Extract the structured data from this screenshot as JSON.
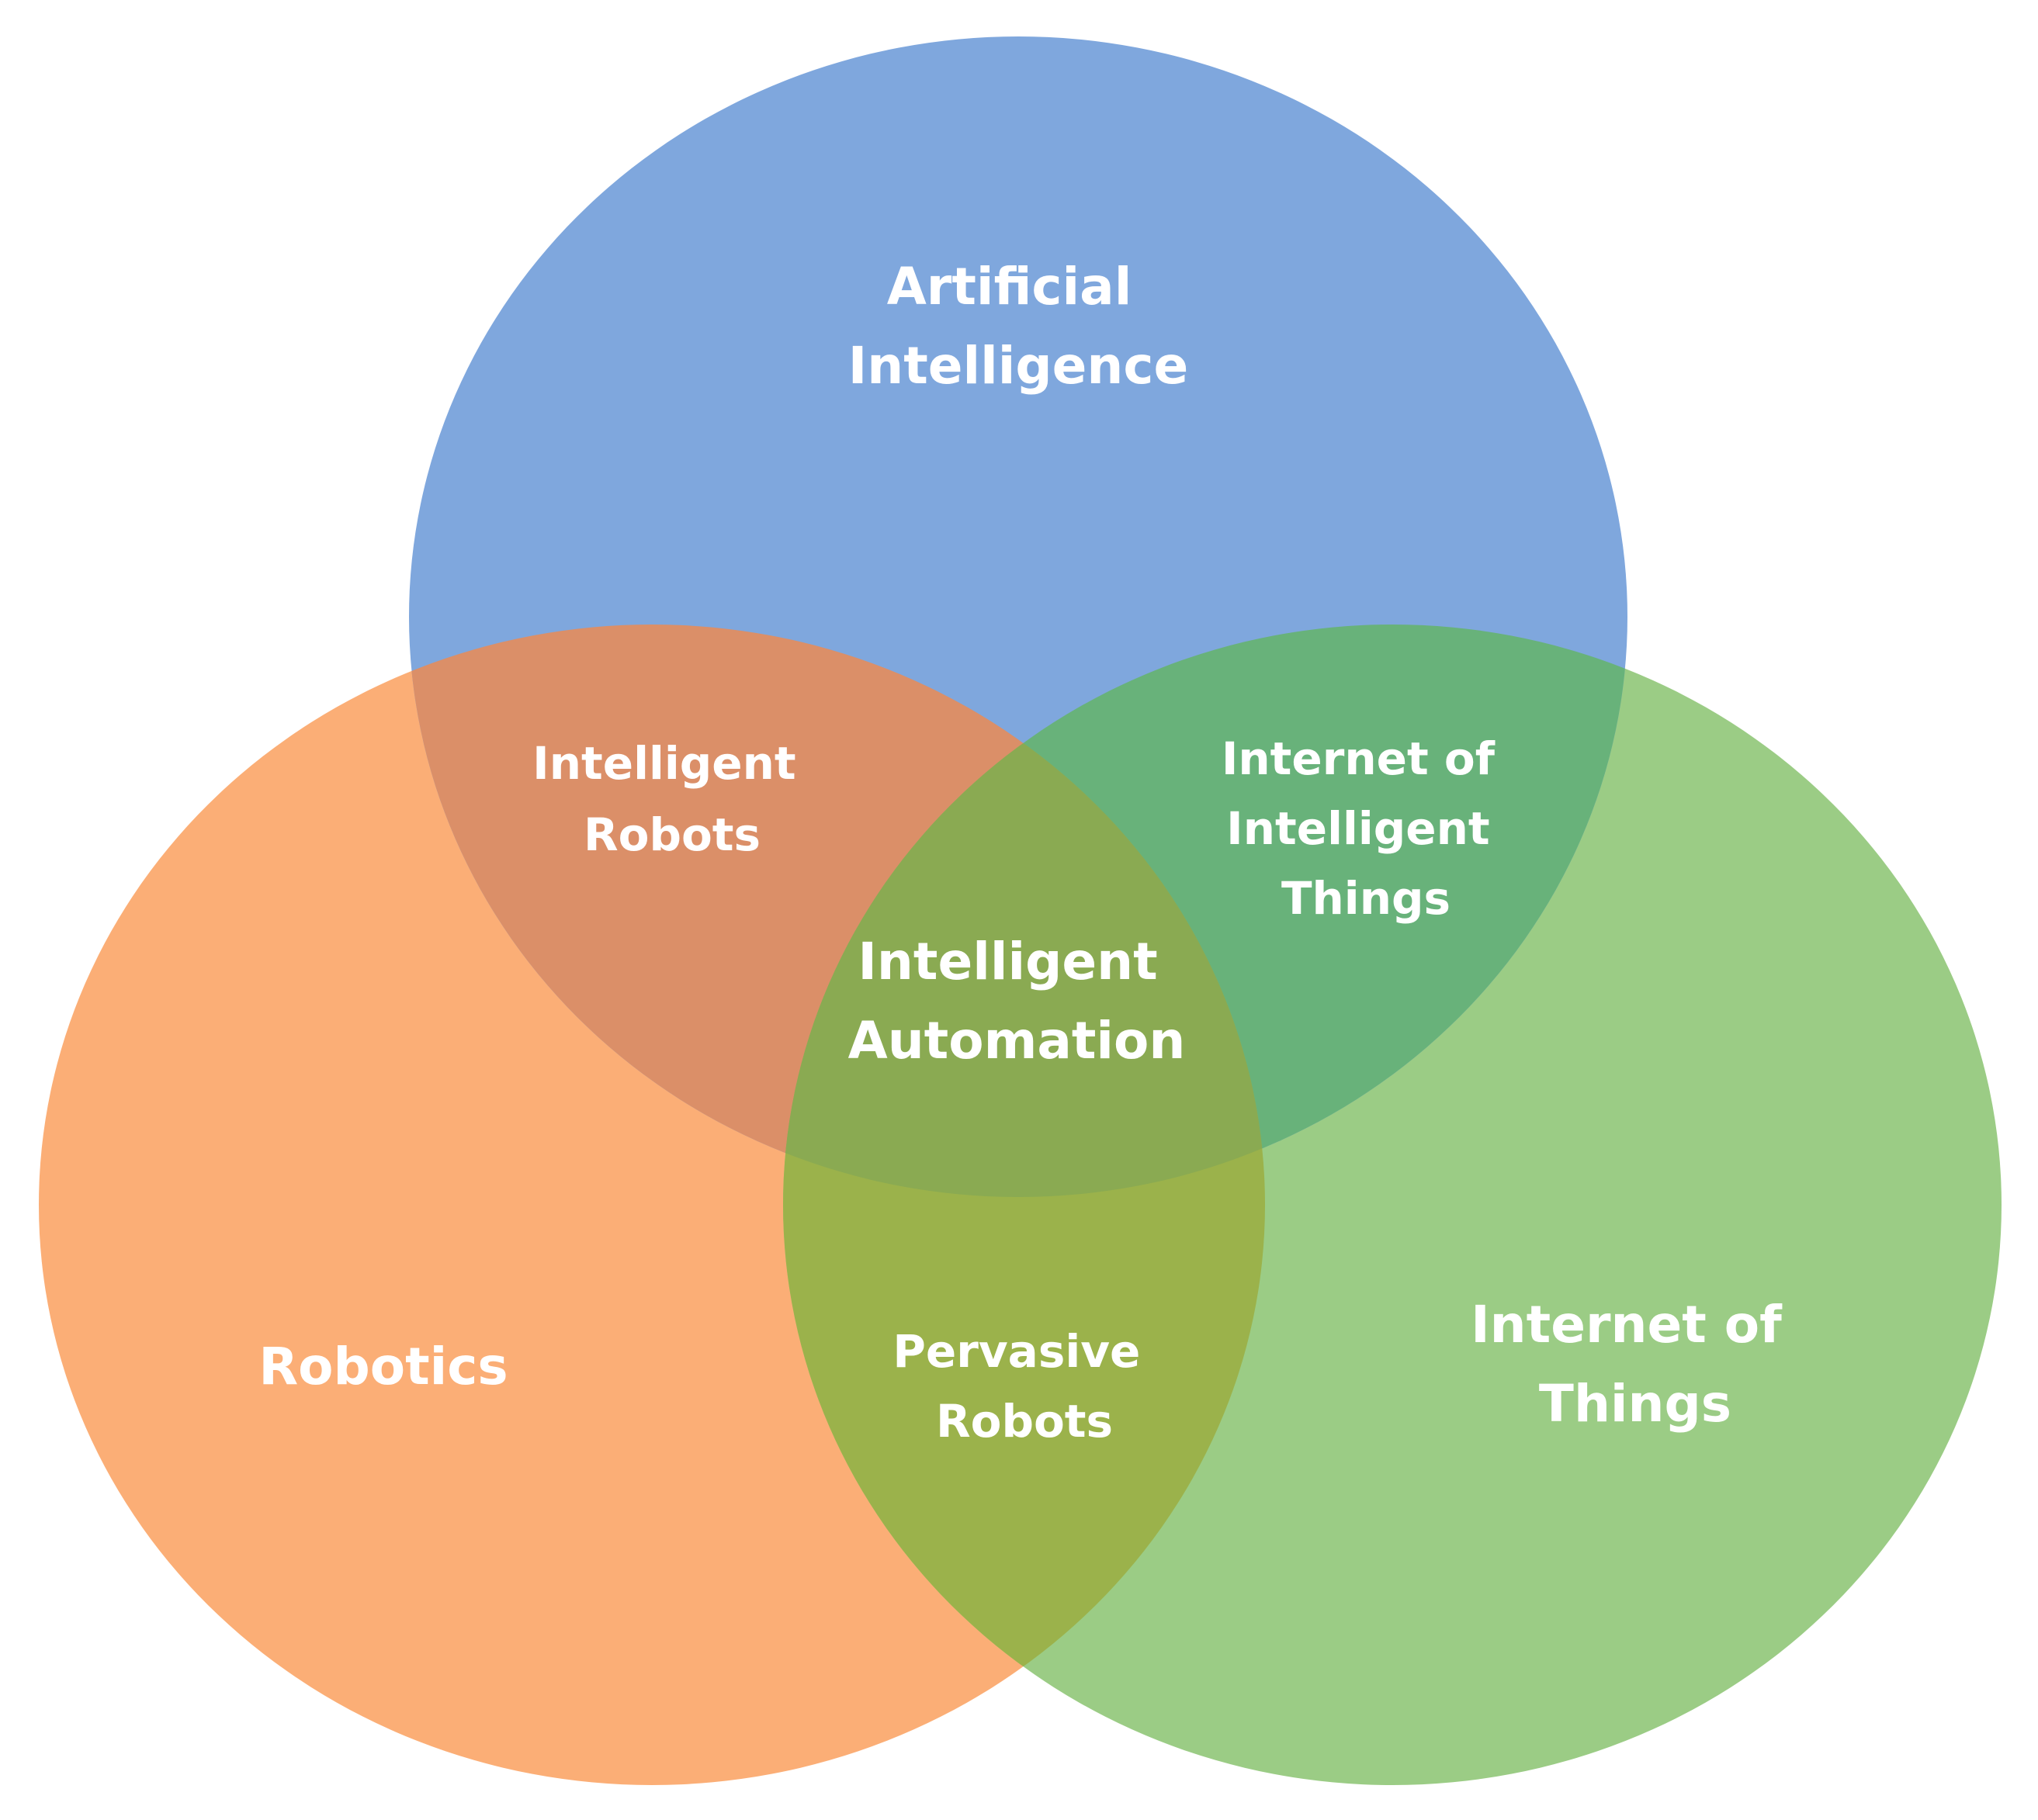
{
  "diagram": {
    "type": "venn",
    "sets": [
      {
        "id": "ai",
        "lines": [
          "Artificial",
          "Intelligence"
        ],
        "color": "#7fa7dd"
      },
      {
        "id": "robotics",
        "lines": [
          "Robotics"
        ],
        "color": "#fbae76"
      },
      {
        "id": "iot",
        "lines": [
          "Internet of",
          "Things"
        ],
        "color": "#9bcc85"
      }
    ],
    "intersections": [
      {
        "id": "ai-robotics",
        "lines": [
          "Intelligent",
          "Robots"
        ],
        "color": "#db8f68"
      },
      {
        "id": "ai-iot",
        "lines": [
          "Internet of",
          "Intelligent",
          "Things"
        ],
        "color": "#68b27a"
      },
      {
        "id": "robotics-iot",
        "lines": [
          "Pervasive",
          "Robots"
        ],
        "color": "#9bb24b"
      },
      {
        "id": "all",
        "lines": [
          "Intelligent",
          "Automation"
        ],
        "color": "#8aaa52"
      }
    ]
  }
}
